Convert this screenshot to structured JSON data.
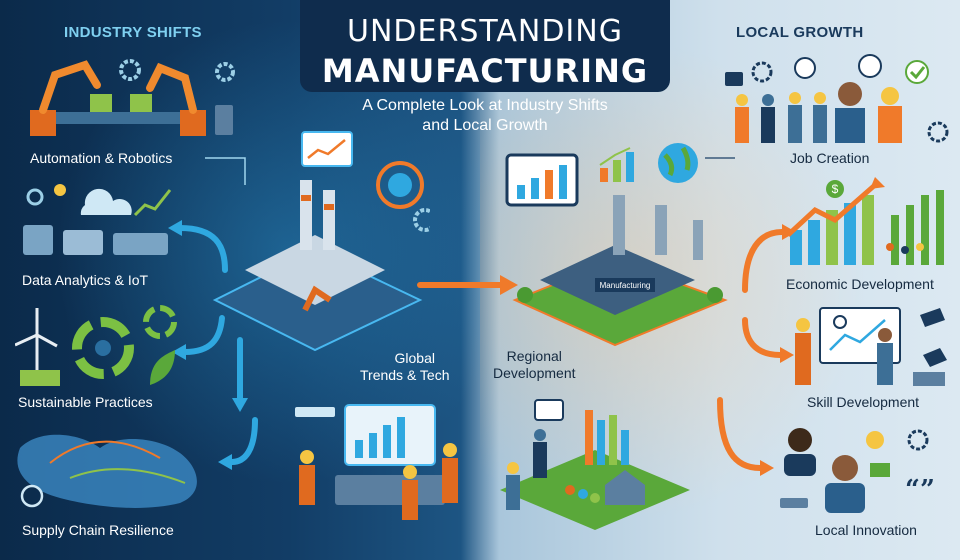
{
  "header": {
    "title_line1": "UNDERSTANDING",
    "title_line2": "MANUFACTURING",
    "subtitle_line1": "A Complete Look at Industry Shifts",
    "subtitle_line2": "and Local Growth"
  },
  "left_panel": {
    "title": "INDUSTRY SHIFTS",
    "items": [
      {
        "label": "Automation & Robotics"
      },
      {
        "label": "Data Analytics & IoT"
      },
      {
        "label": "Sustainable Practices"
      },
      {
        "label": "Supply Chain Resilience"
      }
    ],
    "center_label_line1": "Global",
    "center_label_line2": "Trends & Tech"
  },
  "right_panel": {
    "title": "LOCAL GROWTH",
    "items": [
      {
        "label": "Job Creation"
      },
      {
        "label": "Economic Development"
      },
      {
        "label": "Skill Development"
      },
      {
        "label": "Local Innovation"
      }
    ],
    "center_label_line1": "Regional",
    "center_label_line2": "Development",
    "factory_sign": "Manufacturing"
  },
  "colors": {
    "left_bg": "#0b2a4a",
    "right_bg": "#dce9f2",
    "accent_blue": "#2fa8e0",
    "accent_orange": "#f07a2a",
    "title_card": "#0f2c4d"
  },
  "icons": [
    "gear-icon",
    "robot-arm-icon",
    "cloud-icon",
    "recycle-icon",
    "wind-turbine-icon",
    "globe-icon",
    "bar-chart-icon",
    "people-icon",
    "dollar-icon",
    "teacher-icon",
    "lightbulb-icon",
    "quote-icon"
  ]
}
